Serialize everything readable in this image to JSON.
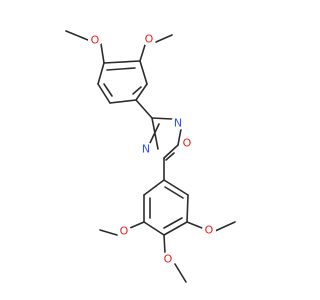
{
  "molecule": {
    "colors": {
      "bond": "#2b2b2b",
      "oxygen": "#e8211a",
      "nitrogen": "#3050f8"
    },
    "atoms": {
      "ome_top_left": "O",
      "ome_top_right": "O",
      "n_upper": "N",
      "o_ring": "O",
      "n_lower": "N",
      "ome_bottom_left": "O",
      "ome_bottom_right": "O",
      "ome_bottom": "O"
    }
  }
}
